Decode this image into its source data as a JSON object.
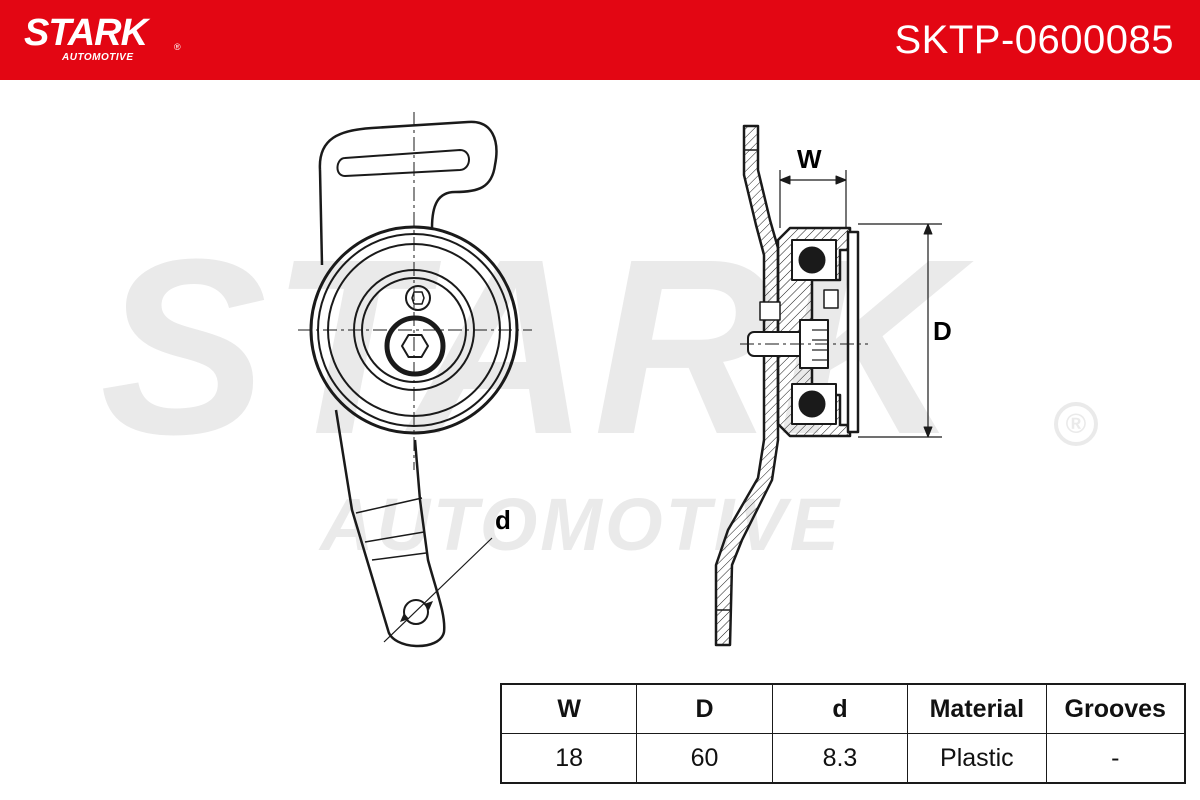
{
  "brand": {
    "name": "STARK",
    "sub": "AUTOMOTIVE",
    "registered": "®"
  },
  "part_number": "SKTP-0600085",
  "watermark": {
    "main": "STARK",
    "sub": "AUTOMOTIVE",
    "registered": "®"
  },
  "dimension_labels": {
    "width": "W",
    "diameter": "D",
    "bore": "d"
  },
  "specs": {
    "headers": [
      "W",
      "D",
      "d",
      "Material",
      "Grooves"
    ],
    "values": [
      "18",
      "60",
      "8.3",
      "Plastic",
      "-"
    ]
  },
  "colors": {
    "header_red": "#e30613",
    "line": "#1a1a1a",
    "watermark": "#eaeaea"
  }
}
